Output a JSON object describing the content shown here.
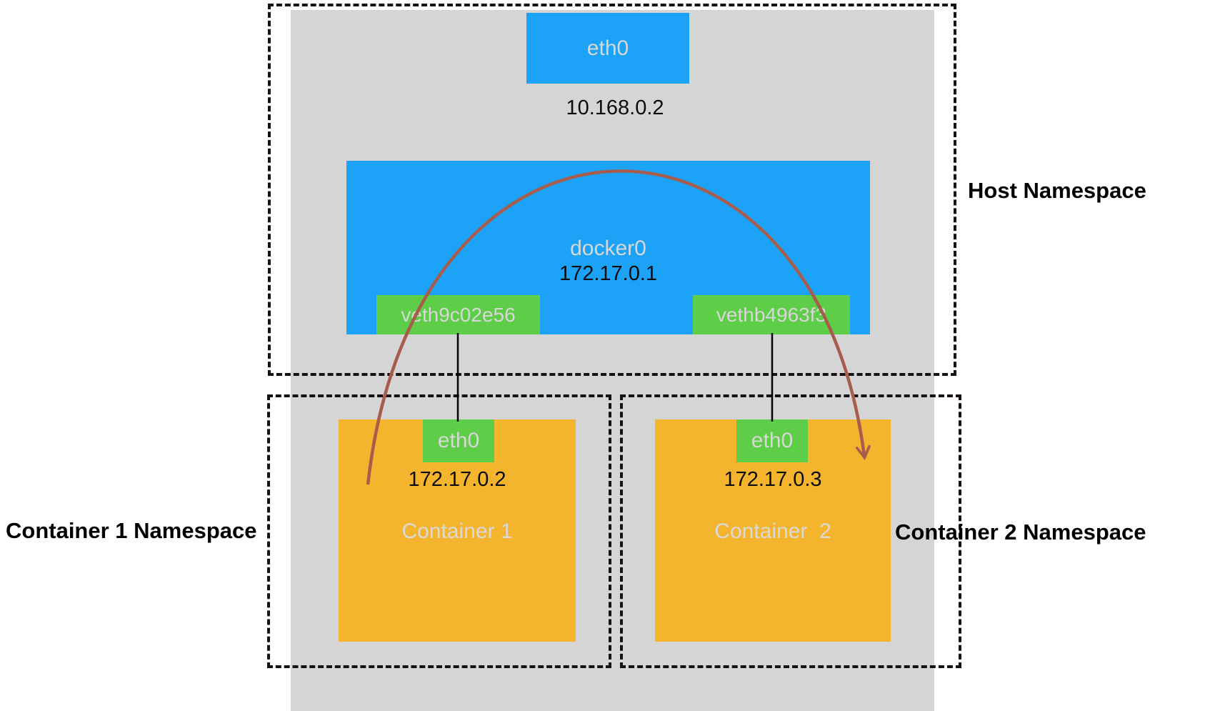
{
  "diagram": {
    "host": {
      "namespace_label": "Host Namespace",
      "eth0": {
        "label": "eth0",
        "ip": "10.168.0.2"
      },
      "bridge": {
        "label": "docker0",
        "ip": "172.17.0.1"
      },
      "veth1": {
        "label": "veth9c02e56"
      },
      "veth2": {
        "label": "vethb4963f3"
      }
    },
    "container1": {
      "namespace_label": "Container 1 Namespace",
      "iface_label": "eth0",
      "ip": "172.17.0.2",
      "name": "Container 1"
    },
    "container2": {
      "namespace_label": "Container 2 Namespace",
      "iface_label": "eth0",
      "ip": "172.17.0.3",
      "name": "Container  2"
    },
    "colors": {
      "background_gray": "#d5d5d5",
      "interface_blue": "#1ca2f6",
      "veth_green": "#5ecd48",
      "container_orange": "#f5b42d",
      "arrow_brown": "#a85c4c",
      "light_text": "#d7d7d7",
      "dotted_border": "#171111"
    }
  }
}
